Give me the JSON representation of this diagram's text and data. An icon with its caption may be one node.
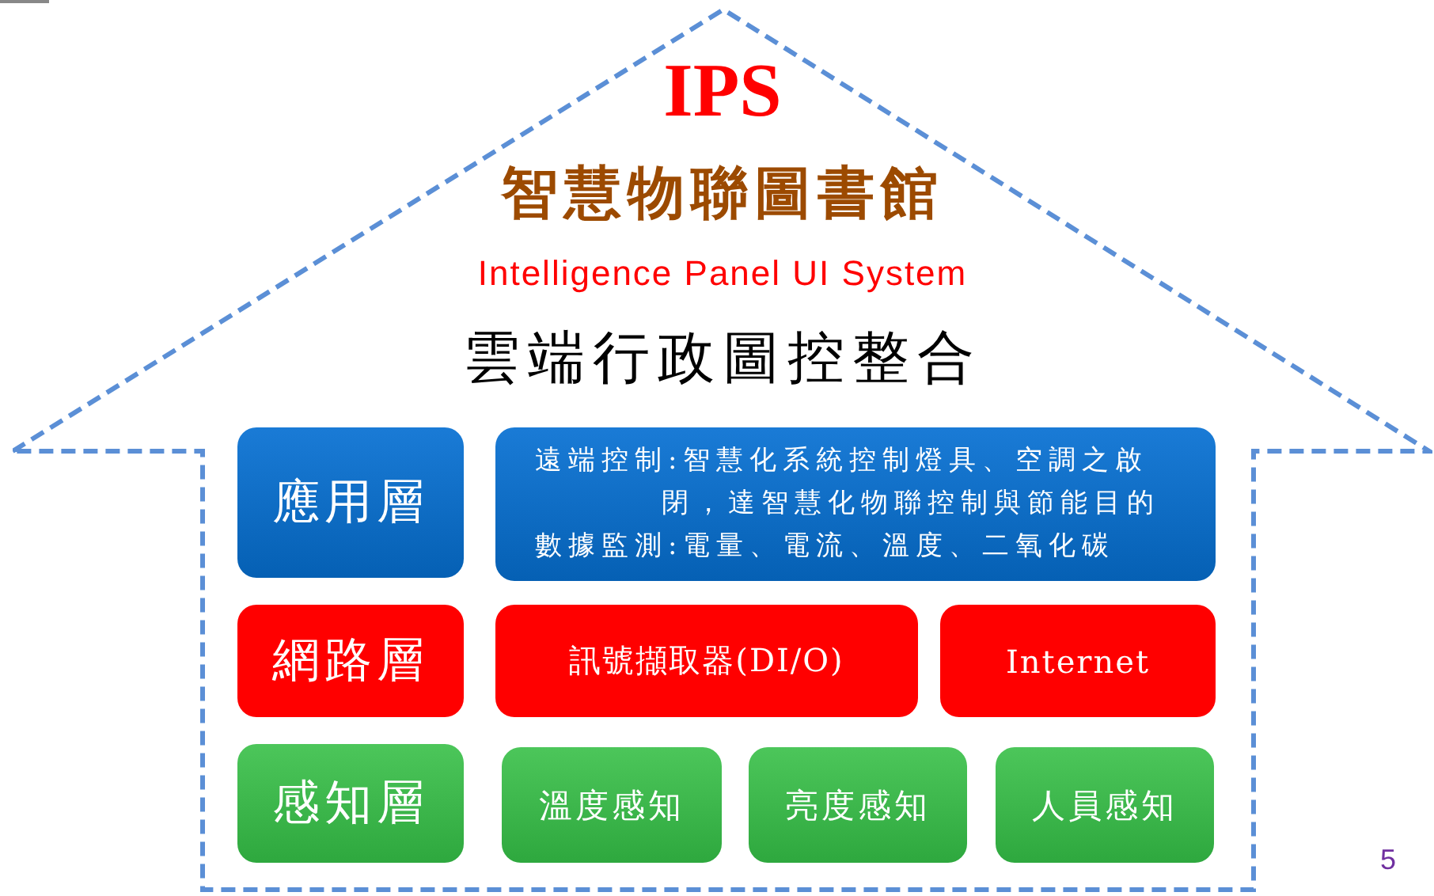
{
  "diagram": {
    "nodes": [
      {
        "text": [
          "IPS",
          "智慧物聯圖書館",
          "Intelligence Panel UI System",
          "雲端行政圖控整合"
        ]
      },
      {
        "text": [
          "應用層"
        ],
        "in": 0
      },
      {
        "text": [
          "遠端控制:智慧化系統控制燈具、空調之啟閉，達智慧化物聯控制與節能目的",
          "數據監測:電量、電流、溫度、二氧化碳"
        ],
        "in": 0
      },
      {
        "text": [
          "網路層"
        ],
        "in": 0
      },
      {
        "text": [
          "訊號擷取器(DI/O)"
        ],
        "in": 0
      },
      {
        "text": [
          "Internet"
        ],
        "in": 0
      },
      {
        "text": [
          "感知層"
        ],
        "in": 0
      },
      {
        "text": [
          "溫度感知"
        ],
        "in": 0
      },
      {
        "text": [
          "亮度感知"
        ],
        "in": 0
      },
      {
        "text": [
          "人員感知"
        ],
        "in": 0
      }
    ],
    "labels": [
      "5"
    ]
  }
}
